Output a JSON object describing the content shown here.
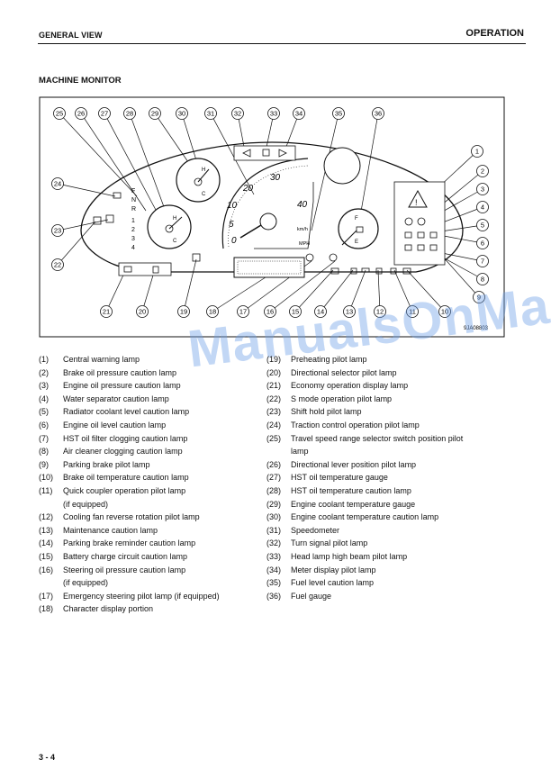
{
  "header": {
    "left": "GENERAL VIEW",
    "right": "OPERATION"
  },
  "section_title": "MACHINE MONITOR",
  "figure": {
    "code": "9JA08803",
    "speed_labels": [
      "0",
      "5",
      "10",
      "20",
      "30",
      "40"
    ],
    "speed_unit_top": "km/h",
    "speed_unit_bottom": "MPH",
    "gear_labels": [
      "F",
      "N",
      "R",
      "1",
      "2",
      "3",
      "4"
    ],
    "gauge_labels": [
      "H",
      "C",
      "F",
      "E"
    ],
    "callouts": [
      "1",
      "2",
      "3",
      "4",
      "5",
      "6",
      "7",
      "8",
      "9",
      "10",
      "11",
      "12",
      "13",
      "14",
      "15",
      "16",
      "17",
      "18",
      "19",
      "20",
      "21",
      "22",
      "23",
      "24",
      "25",
      "26",
      "27",
      "28",
      "29",
      "30",
      "31",
      "32",
      "33",
      "34",
      "35",
      "36"
    ]
  },
  "legend_left": [
    {
      "num": "(1)",
      "text": "Central warning lamp"
    },
    {
      "num": "(2)",
      "text": "Brake oil pressure caution lamp"
    },
    {
      "num": "(3)",
      "text": "Engine oil pressure caution lamp"
    },
    {
      "num": "(4)",
      "text": "Water separator caution lamp"
    },
    {
      "num": "(5)",
      "text": "Radiator coolant level caution lamp"
    },
    {
      "num": "(6)",
      "text": "Engine oil level caution lamp"
    },
    {
      "num": "(7)",
      "text": "HST oil filter clogging caution lamp"
    },
    {
      "num": "(8)",
      "text": "Air cleaner clogging caution lamp"
    },
    {
      "num": "(9)",
      "text": "Parking brake pilot lamp"
    },
    {
      "num": "(10)",
      "text": "Brake oil temperature caution lamp"
    },
    {
      "num": "(11)",
      "text": "Quick coupler operation pilot lamp"
    },
    {
      "num": "",
      "text": "(if equipped)"
    },
    {
      "num": "(12)",
      "text": "Cooling fan reverse rotation pilot lamp"
    },
    {
      "num": "(13)",
      "text": "Maintenance caution lamp"
    },
    {
      "num": "(14)",
      "text": "Parking brake reminder caution lamp"
    },
    {
      "num": "(15)",
      "text": "Battery charge circuit caution lamp"
    },
    {
      "num": "(16)",
      "text": "Steering oil pressure caution lamp"
    },
    {
      "num": "",
      "text": "(if equipped)"
    },
    {
      "num": "(17)",
      "text": "Emergency steering pilot lamp (if equipped)"
    },
    {
      "num": "(18)",
      "text": "Character display portion"
    }
  ],
  "legend_right": [
    {
      "num": "(19)",
      "text": "Preheating pilot lamp"
    },
    {
      "num": "(20)",
      "text": "Directional selector pilot lamp"
    },
    {
      "num": "(21)",
      "text": "Economy operation display lamp"
    },
    {
      "num": "(22)",
      "text": "S mode operation pilot lamp"
    },
    {
      "num": "(23)",
      "text": "Shift hold pilot lamp"
    },
    {
      "num": "(24)",
      "text": "Traction control operation pilot lamp"
    },
    {
      "num": "(25)",
      "text": "Travel speed range selector switch position pilot"
    },
    {
      "num": "",
      "text": "lamp"
    },
    {
      "num": "(26)",
      "text": "Directional lever position pilot lamp"
    },
    {
      "num": "(27)",
      "text": "HST oil temperature gauge"
    },
    {
      "num": "(28)",
      "text": "HST oil temperature caution lamp"
    },
    {
      "num": "(29)",
      "text": "Engine coolant temperature gauge"
    },
    {
      "num": "(30)",
      "text": "Engine coolant temperature caution lamp"
    },
    {
      "num": "(31)",
      "text": "Speedometer"
    },
    {
      "num": "(32)",
      "text": "Turn signal pilot lamp"
    },
    {
      "num": "(33)",
      "text": "Head lamp high beam pilot lamp"
    },
    {
      "num": "(34)",
      "text": "Meter display pilot lamp"
    },
    {
      "num": "(35)",
      "text": "Fuel level caution lamp"
    },
    {
      "num": "(36)",
      "text": "Fuel gauge"
    }
  ],
  "watermark": "ManualsOnManual",
  "footer": {
    "page": "3 - 4"
  }
}
